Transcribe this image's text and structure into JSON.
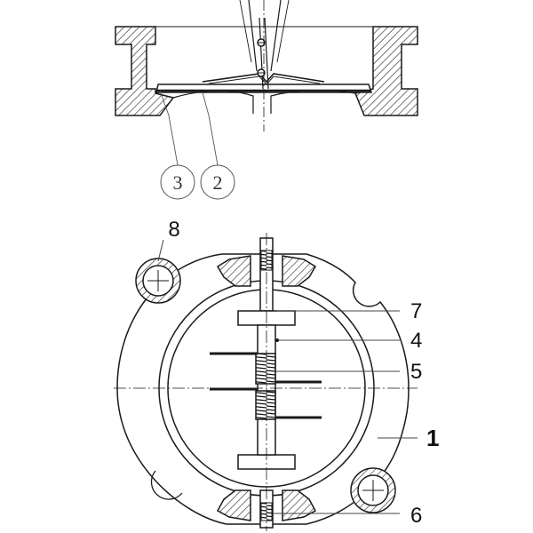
{
  "labels": {
    "l1": "1",
    "l2": "2",
    "l3": "3",
    "l4": "4",
    "l5": "5",
    "l6": "6",
    "l7": "7",
    "l8": "8"
  },
  "colors": {
    "line": "#1a1a1a",
    "hatch": "#333333",
    "leader": "#555555"
  }
}
